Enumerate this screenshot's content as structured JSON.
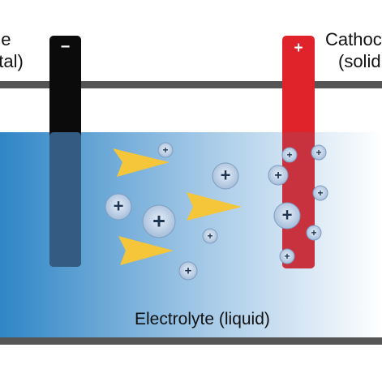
{
  "labels": {
    "anode_line1": "de",
    "anode_line2": "etal)",
    "cathode_line1": "Cathoc",
    "cathode_line2": "(solid",
    "electrolyte": "Electrolyte (liquid)"
  },
  "electrodes": {
    "anode_sign": "−",
    "cathode_sign": "+"
  },
  "colors": {
    "anode": "#0b0b0b",
    "cathode": "#e0232b",
    "electrolyte_dark": "#2f86c6",
    "electrolyte_light": "#ffffff",
    "rail": "#555555",
    "arrow": "#f5c53a",
    "ion_fill": "#9fb9d8",
    "ion_text": "#1d3550"
  },
  "ion_symbol": "+",
  "ion_count": 14,
  "arrow_count": 3
}
